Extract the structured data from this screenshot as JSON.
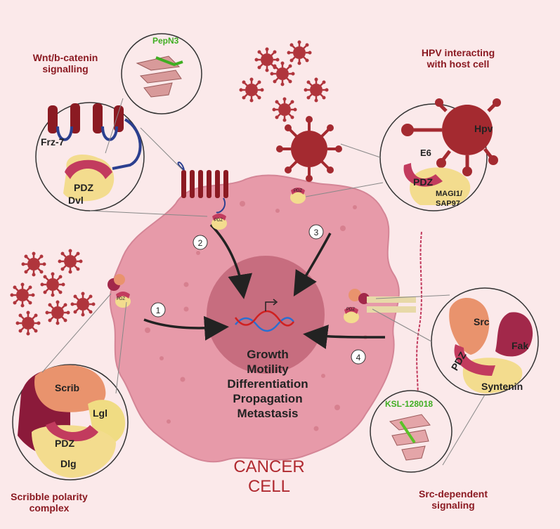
{
  "labels": {
    "wnt_title": [
      "Wnt/b-catenin",
      "signalling"
    ],
    "hpv_title": [
      "HPV interacting",
      "with host cell"
    ],
    "scribble_title": [
      "Scribble polarity",
      "complex"
    ],
    "src_title": [
      "Src-dependent",
      "signaling"
    ],
    "pepn3": "PepN3",
    "ksl": "KSL-128018",
    "frz7": "Frz-7",
    "pdz": "PDZ",
    "dvl": "Dvl",
    "hpv": "Hpv",
    "e6": "E6",
    "magi": [
      "MAGI1/",
      "SAP97"
    ],
    "scrib": "Scrib",
    "lgl": "Lgl",
    "dlg": "Dlg",
    "src": "Src",
    "fak": "Fak",
    "syntenin": "Syntenin",
    "outcomes": [
      "Growth",
      "Motility",
      "Differentiation",
      "Propagation",
      "Metastasis"
    ],
    "cancer_cell": [
      "CANCER",
      "CELL"
    ],
    "steps": [
      "1",
      "2",
      "3",
      "4"
    ]
  },
  "colors": {
    "background": "#fbe9ea",
    "cell": "#e79aa9",
    "nucleus": "#c76d7f",
    "virus": "#b0353c",
    "pdz": "#c23b5e",
    "protein_yellow": "#f3dc8e",
    "title_red": "#8b1a22",
    "peptide_green": "#5bc228"
  }
}
